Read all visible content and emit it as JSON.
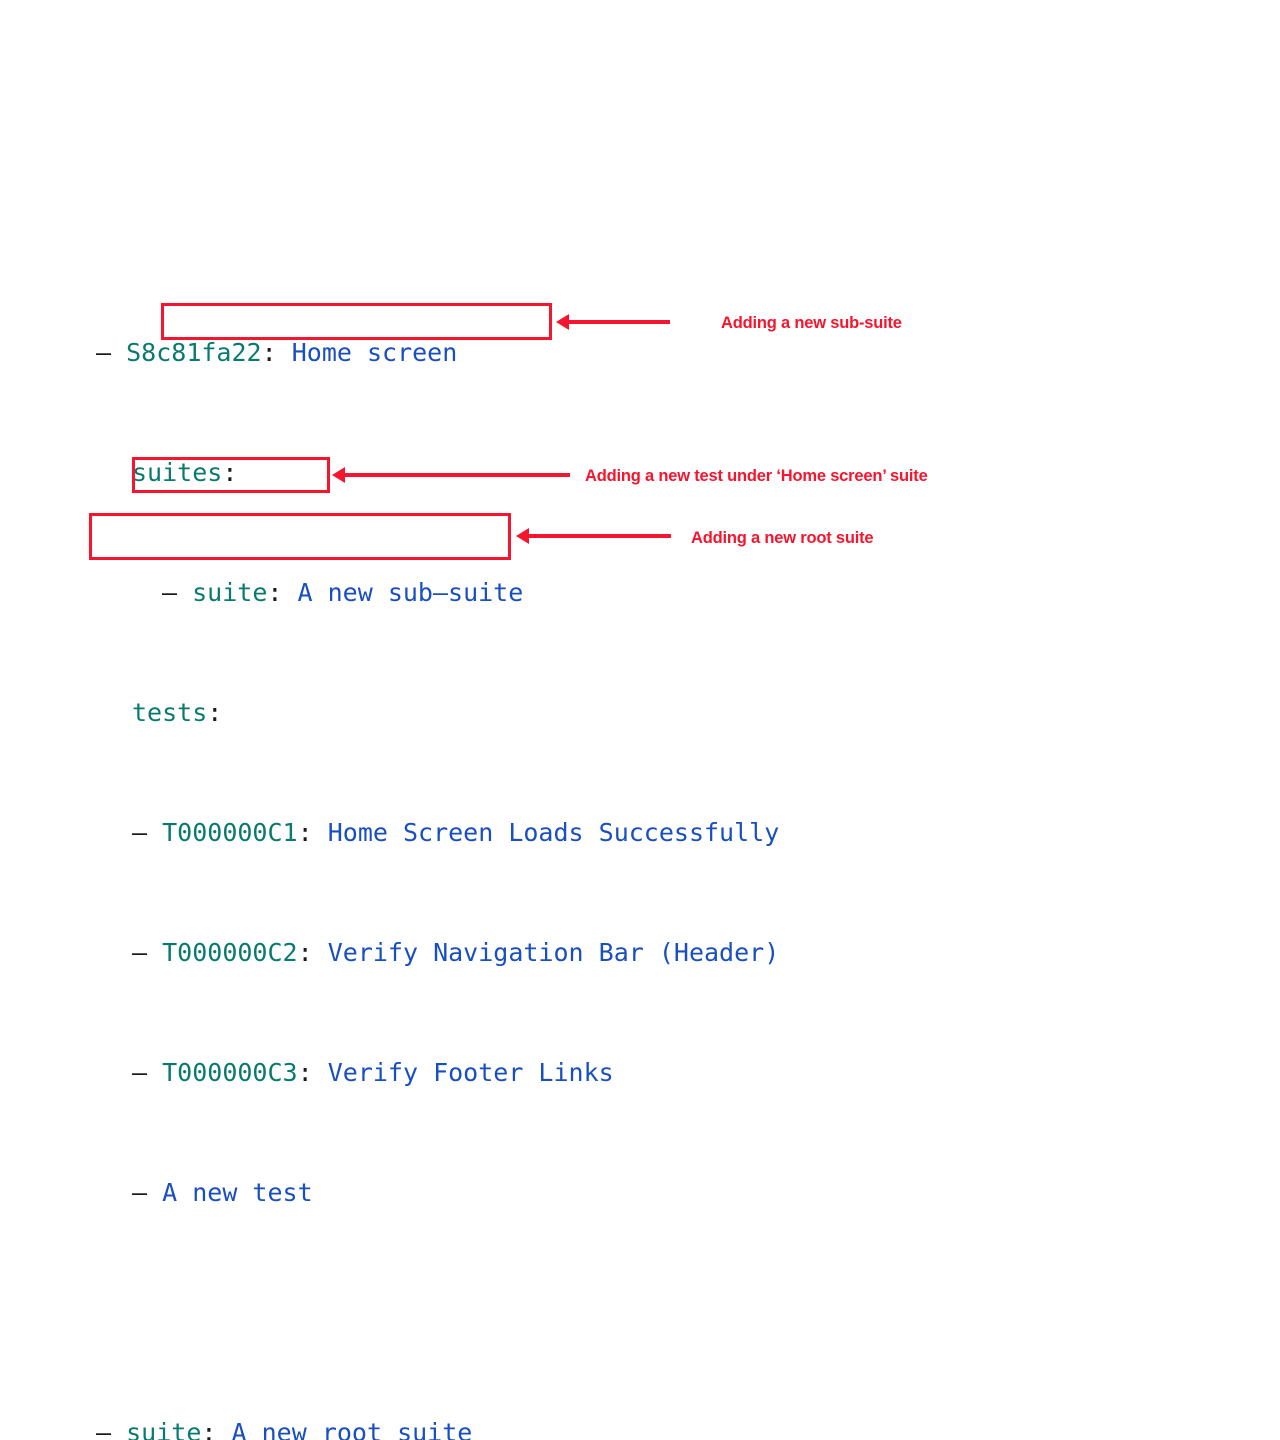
{
  "colors": {
    "key": "#0b7a6e",
    "value": "#1a4fbf",
    "punctuation": "#1a1a1a",
    "annotation_red": "#f5152e",
    "background": "#ffffff"
  },
  "tree": {
    "root_suite": {
      "bullet": "–",
      "id": "S8c81fa22",
      "colon": ":",
      "name": "Home screen"
    },
    "suites_label": {
      "key": "suites",
      "colon": ":"
    },
    "sub_suite": {
      "bullet": "–",
      "key": "suite",
      "colon": ":",
      "name": "A new sub–suite"
    },
    "tests_label": {
      "key": "tests",
      "colon": ":"
    },
    "tests": [
      {
        "bullet": "–",
        "id": "T000000C1",
        "colon": ":",
        "name": "Home Screen Loads Successfully"
      },
      {
        "bullet": "–",
        "id": "T000000C2",
        "colon": ":",
        "name": "Verify Navigation Bar (Header)"
      },
      {
        "bullet": "–",
        "id": "T000000C3",
        "colon": ":",
        "name": "Verify Footer Links"
      }
    ],
    "new_test": {
      "bullet": "–",
      "name": "A new test"
    },
    "new_root_suite": {
      "bullet": "–",
      "key": "suite",
      "colon": ":",
      "name": "A new root suite"
    }
  },
  "annotations": [
    {
      "id": "sub-suite",
      "text": "Adding a new sub-suite"
    },
    {
      "id": "new-test",
      "text": "Adding a new test under ‘Home screen’ suite"
    },
    {
      "id": "root-suite",
      "text": "Adding a new root suite"
    }
  ]
}
